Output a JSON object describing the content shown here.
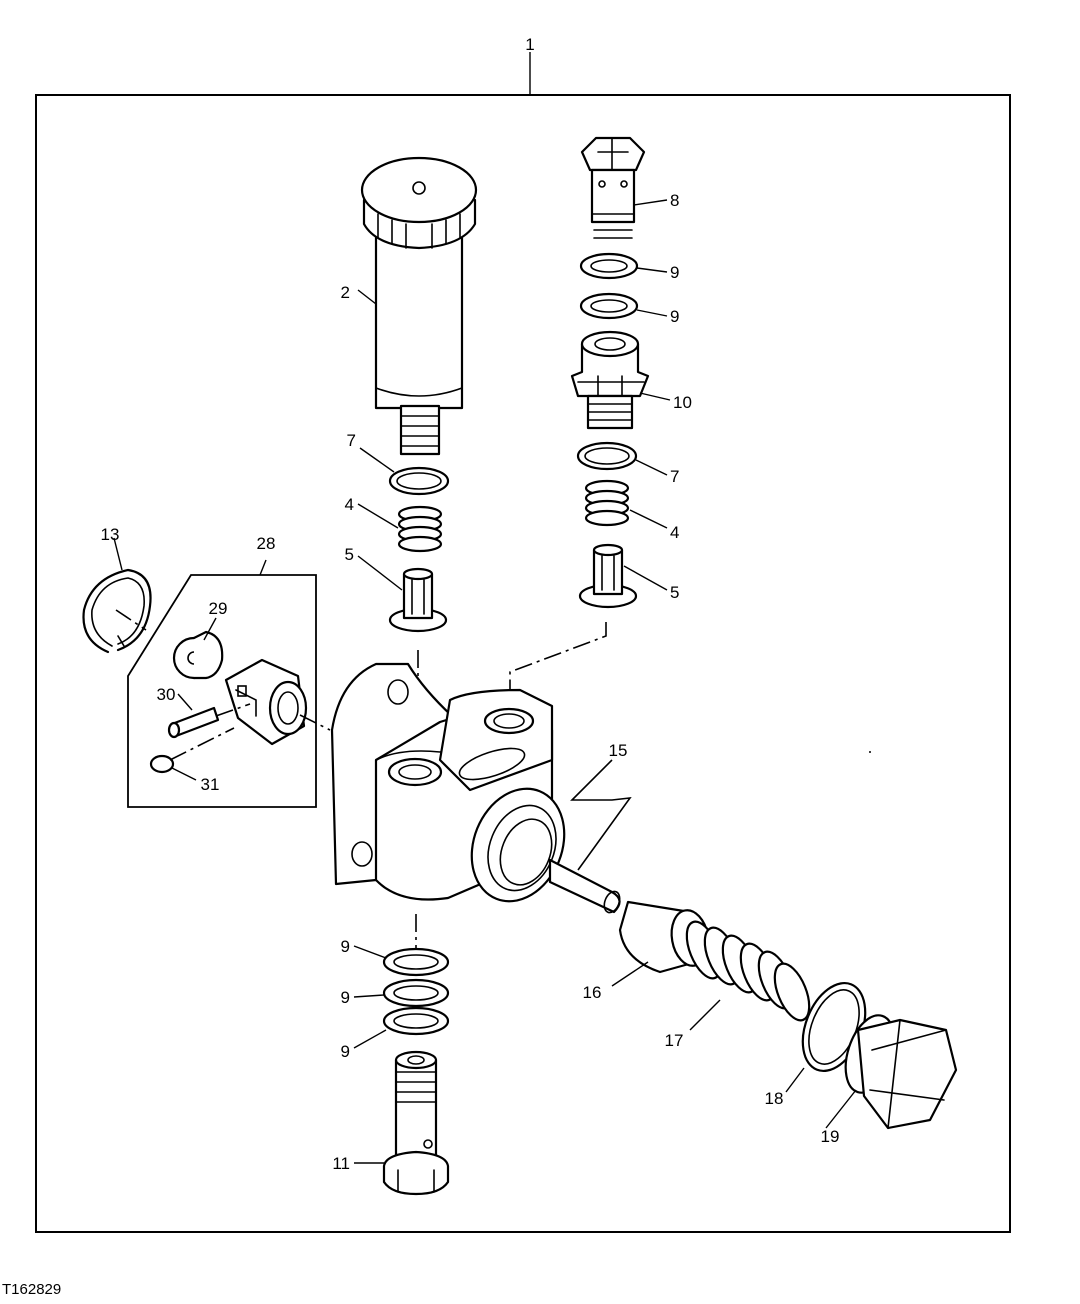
{
  "figure": {
    "id": "T162829",
    "callouts": [
      {
        "key": "assembly",
        "label": "1"
      },
      {
        "key": "cap-filter",
        "label": "2"
      },
      {
        "key": "spring-l",
        "label": "4"
      },
      {
        "key": "spring-r",
        "label": "4"
      },
      {
        "key": "valve-l",
        "label": "5"
      },
      {
        "key": "valve-r",
        "label": "5"
      },
      {
        "key": "oring-l",
        "label": "7"
      },
      {
        "key": "oring-r",
        "label": "7"
      },
      {
        "key": "banjo-bolt-top",
        "label": "8"
      },
      {
        "key": "washer-top-1",
        "label": "9"
      },
      {
        "key": "washer-top-2",
        "label": "9"
      },
      {
        "key": "washer-bot-1",
        "label": "9"
      },
      {
        "key": "washer-bot-2",
        "label": "9"
      },
      {
        "key": "washer-bot-3",
        "label": "9"
      },
      {
        "key": "fitting",
        "label": "10"
      },
      {
        "key": "banjo-bolt-bottom",
        "label": "11"
      },
      {
        "key": "snap-ring",
        "label": "13"
      },
      {
        "key": "pump-body",
        "label": "15"
      },
      {
        "key": "piston",
        "label": "16"
      },
      {
        "key": "piston-spring",
        "label": "17"
      },
      {
        "key": "gasket",
        "label": "18"
      },
      {
        "key": "plug",
        "label": "19"
      },
      {
        "key": "tappet-kit",
        "label": "28"
      },
      {
        "key": "roller",
        "label": "29"
      },
      {
        "key": "pin",
        "label": "30"
      },
      {
        "key": "retainer",
        "label": "31"
      }
    ]
  }
}
